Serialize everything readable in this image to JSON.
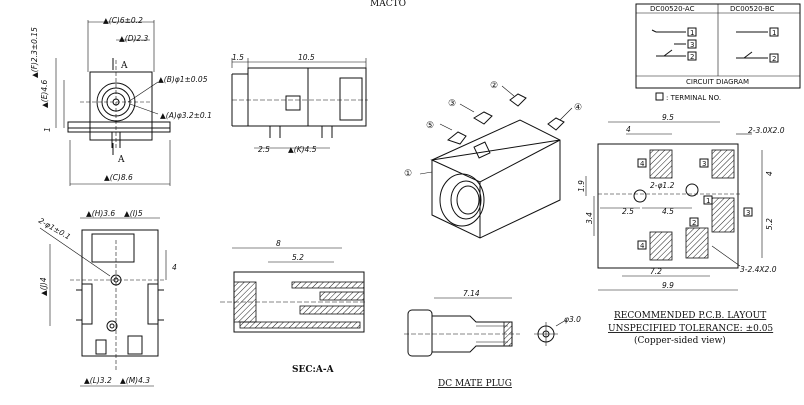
{
  "top_title": "MACTO",
  "circuit": {
    "headers": [
      "DC00520-AC",
      "DC00520-BC"
    ],
    "caption": "CIRCUIT DIAGRAM",
    "terminal_note": ": TERMINAL NO.",
    "ac_terminals": [
      "1",
      "3",
      "2"
    ],
    "bc_terminals": [
      "1",
      "2"
    ]
  },
  "front_view": {
    "dims": [
      "▲(C)6±0.2",
      "▲(D)2.3",
      "▲(B)φ1±0.05",
      "▲(A)φ3.2±0.1",
      "▲(E)4.6",
      "▲(F)2.3±0.15",
      "▲(C)8.6"
    ],
    "markers": [
      "A",
      "A"
    ],
    "left_one": "1"
  },
  "side_view": {
    "dims": [
      "1.5",
      "10.5",
      "2.5",
      "▲(K)4.5"
    ]
  },
  "bottom_view": {
    "dims": [
      "▲(H)3.6",
      "▲(I)5",
      "2-φ1±0.1",
      "▲(J)4",
      "4",
      "▲(L)3.2",
      "▲(M)4.3"
    ]
  },
  "section_view": {
    "dims": [
      "8",
      "5.2"
    ],
    "caption": "SEC:A-A"
  },
  "iso_view": {
    "callouts": [
      "①",
      "②",
      "③",
      "④",
      "⑤"
    ]
  },
  "plug": {
    "dims": [
      "7.14",
      "φ3.0"
    ],
    "caption": "DC MATE PLUG"
  },
  "pcb": {
    "dims": [
      "9.5",
      "4",
      "2-3.0X2.0",
      "1.9",
      "2-φ1.2",
      "3.4",
      "2.5",
      "4.5",
      "5.2",
      "4",
      "3-2.4X2.0",
      "7.2",
      "9.9"
    ],
    "pad_nums": [
      "4",
      "3",
      "1",
      "3",
      "4",
      "2"
    ],
    "notes": [
      "RECOMMENDED P.C.B. LAYOUT",
      "UNSPECIFIED TOLERANCE: ±0.05",
      "(Copper-sided view)"
    ]
  }
}
